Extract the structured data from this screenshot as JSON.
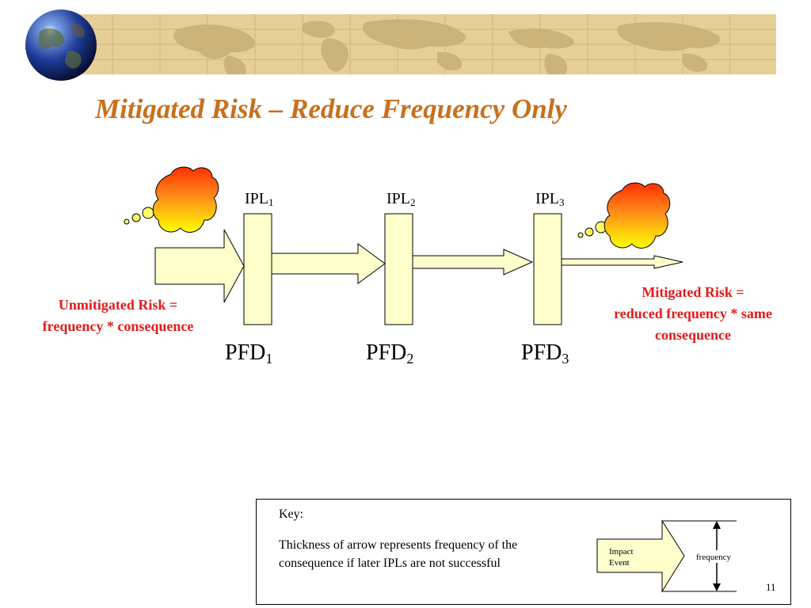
{
  "slide": {
    "title": "Mitigated Risk – Reduce Frequency Only",
    "page_number": "11"
  },
  "diagram": {
    "ipls": [
      {
        "label": "IPL",
        "sub": "1"
      },
      {
        "label": "IPL",
        "sub": "2"
      },
      {
        "label": "IPL",
        "sub": "3"
      }
    ],
    "pfds": [
      {
        "label": "PFD",
        "sub": "1"
      },
      {
        "label": "PFD",
        "sub": "2"
      },
      {
        "label": "PFD",
        "sub": "3"
      }
    ],
    "unmitigated": {
      "line1": "Unmitigated Risk =",
      "line2": "frequency * consequence"
    },
    "mitigated": {
      "line1": "Mitigated Risk =",
      "line2": "reduced frequency * same",
      "line3": "consequence"
    }
  },
  "key": {
    "title": "Key:",
    "description": "Thickness of arrow represents frequency of the consequence if later IPLs are not successful",
    "arrow_label_line1": "Impact",
    "arrow_label_line2": "Event",
    "dimension_label": "frequency"
  },
  "colors": {
    "title": "#c8701c",
    "risk_text": "#e41a1a",
    "box_fill": "#ffffcc",
    "banner": "#e6cf96"
  }
}
